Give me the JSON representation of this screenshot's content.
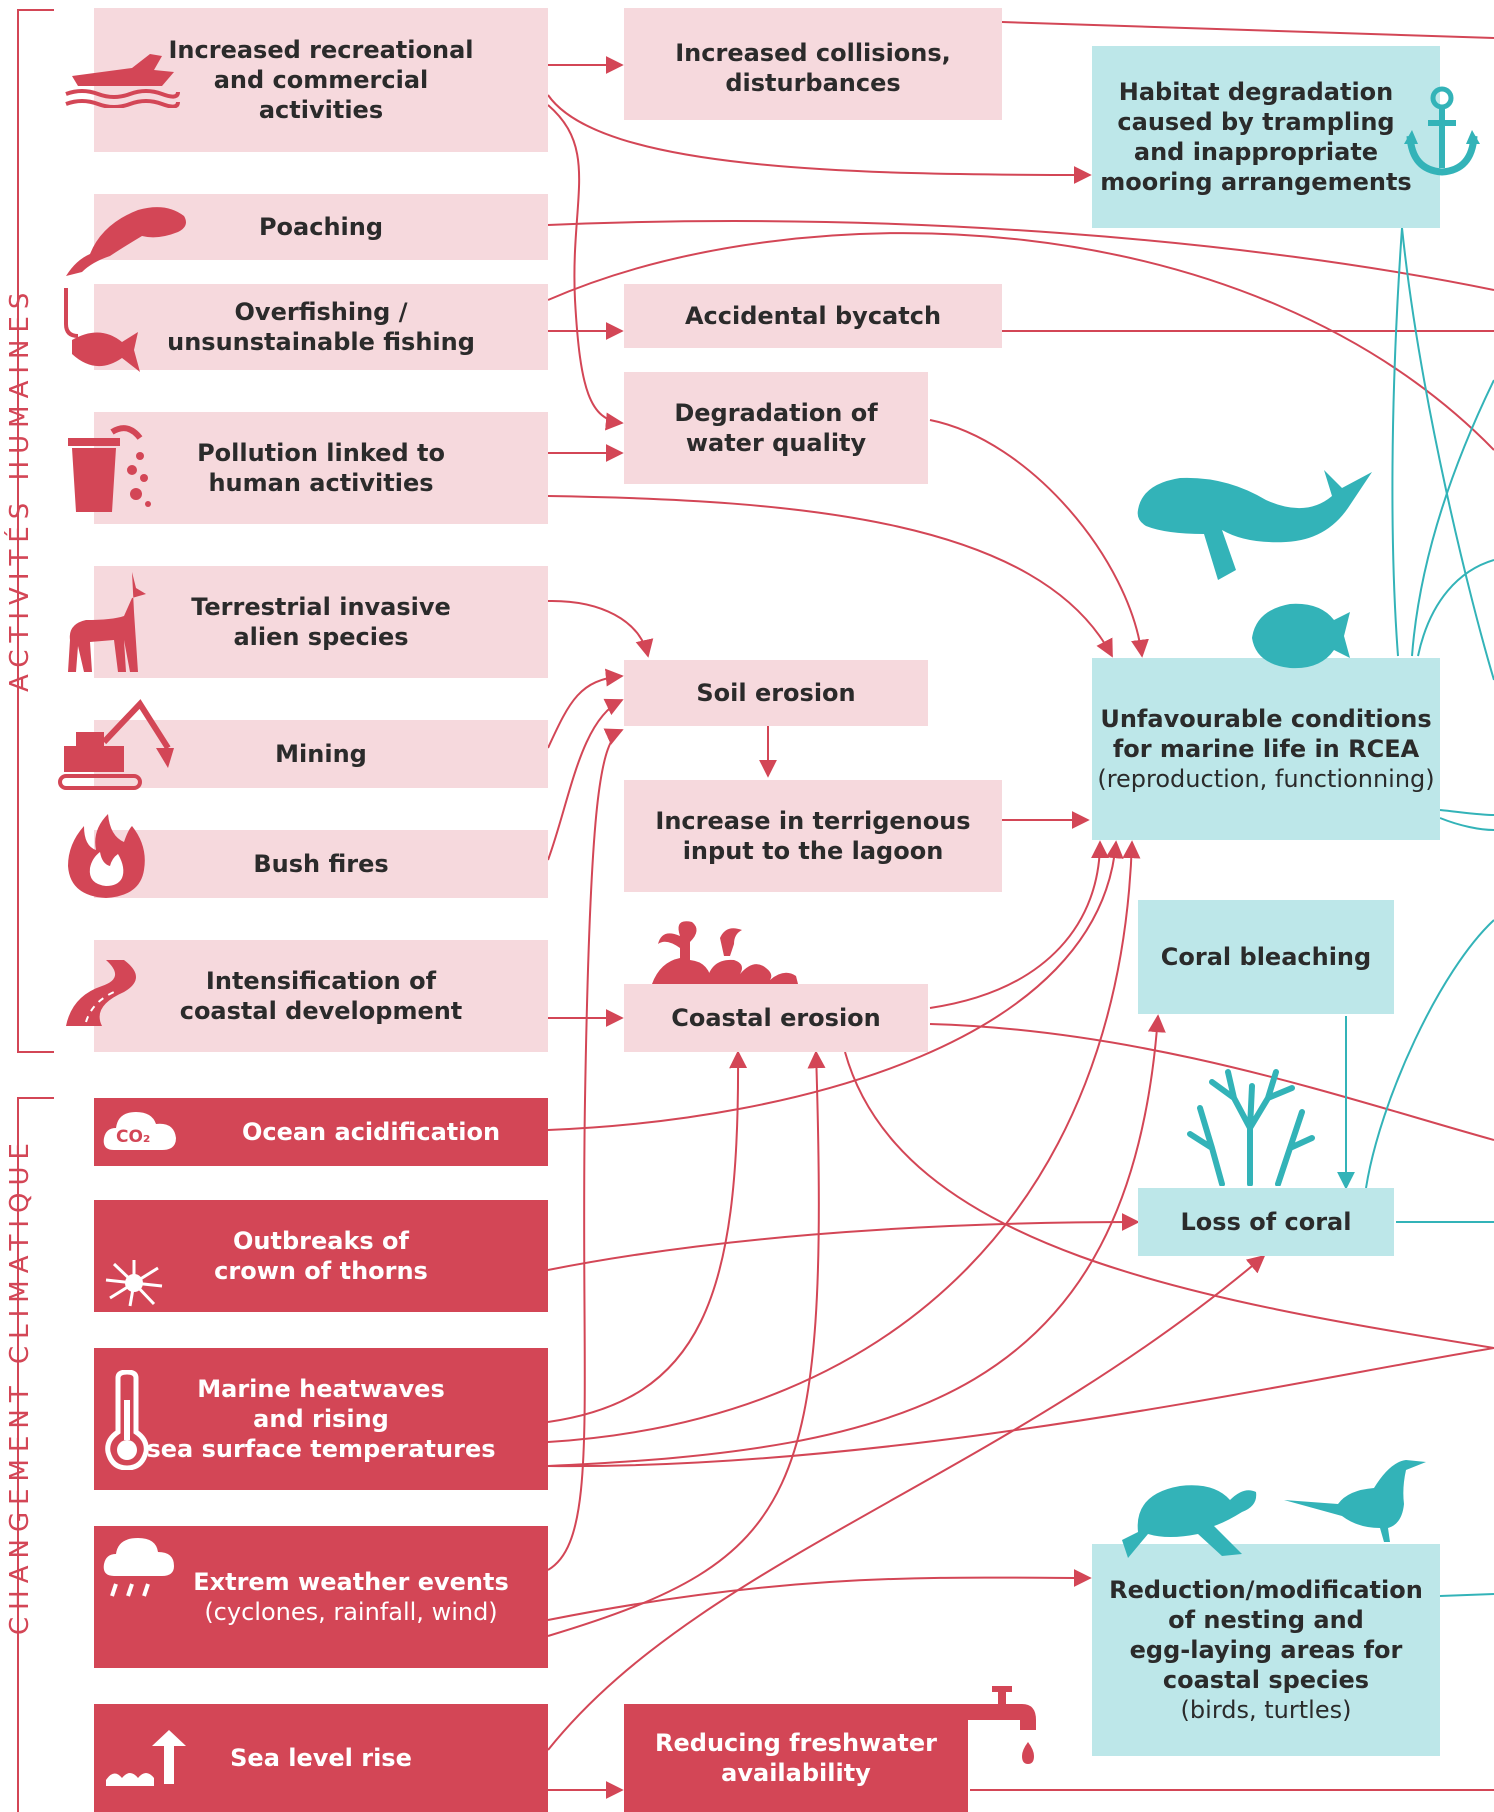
{
  "side_labels": {
    "human": "ACTIVITÉS HUMAINES",
    "climate": "CHANGEMENT CLIMATIQUE"
  },
  "colors": {
    "light_red": "#f6d9dd",
    "dark_red": "#d34656",
    "teal": "#bde7e9",
    "teal_icon": "#33b3b8",
    "arrow": "#d34656"
  },
  "human_causes": {
    "recreational": [
      "Increased recreational",
      "and commercial",
      "activities"
    ],
    "poaching": "Poaching",
    "overfishing": [
      "Overfishing /",
      "unsunstainable fishing"
    ],
    "pollution": [
      "Pollution linked to",
      "human activities"
    ],
    "invasive": [
      "Terrestrial invasive",
      "alien species"
    ],
    "mining": "Mining",
    "bushfires": "Bush fires",
    "coastal_dev": [
      "Intensification of",
      "coastal development"
    ]
  },
  "climate_causes": {
    "acidification": "Ocean acidification",
    "co2": "CO2",
    "crown_thorns": [
      "Outbreaks of",
      "crown of thorns"
    ],
    "heatwaves": [
      "Marine heatwaves",
      "and rising",
      "sea surface temperatures"
    ],
    "weather": "Extrem weather events",
    "weather_sub": "(cyclones, rainfall, wind)",
    "sea_level": "Sea level rise"
  },
  "intermediate": {
    "collisions": [
      "Increased collisions,",
      "disturbances"
    ],
    "bycatch": "Accidental bycatch",
    "water_quality": [
      "Degradation of",
      "water quality"
    ],
    "soil_erosion": "Soil erosion",
    "terrigenous": [
      "Increase in terrigenous",
      "input to the lagoon"
    ],
    "coastal_erosion": "Coastal erosion",
    "freshwater": [
      "Reducing freshwater",
      "availability"
    ]
  },
  "impacts": {
    "habitat": [
      "Habitat degradation",
      "caused by trampling",
      "and inappropriate",
      "mooring arrangements"
    ],
    "marine_life": [
      "Unfavourable conditions",
      "for marine life in RCEA"
    ],
    "marine_life_sub": "(reproduction, functionning)",
    "bleaching": "Coral bleaching",
    "coral_loss": "Loss of coral",
    "nesting": [
      "Reduction/modification",
      "of nesting and",
      "egg-laying areas for",
      "coastal species"
    ],
    "nesting_sub": "(birds, turtles)"
  },
  "icons": [
    "boat-icon",
    "dugong-icon",
    "fish-hook-icon",
    "trash-can-icon",
    "deer-icon",
    "excavator-icon",
    "fire-icon",
    "road-icon",
    "co2-cloud-icon",
    "crown-of-thorns-icon",
    "thermometer-icon",
    "rain-cloud-icon",
    "rising-wave-icon",
    "palm-wave-icon",
    "faucet-icon",
    "anchor-icon",
    "whale-icon",
    "butterflyfish-icon",
    "coral-icon",
    "turtle-icon",
    "seabird-icon"
  ]
}
